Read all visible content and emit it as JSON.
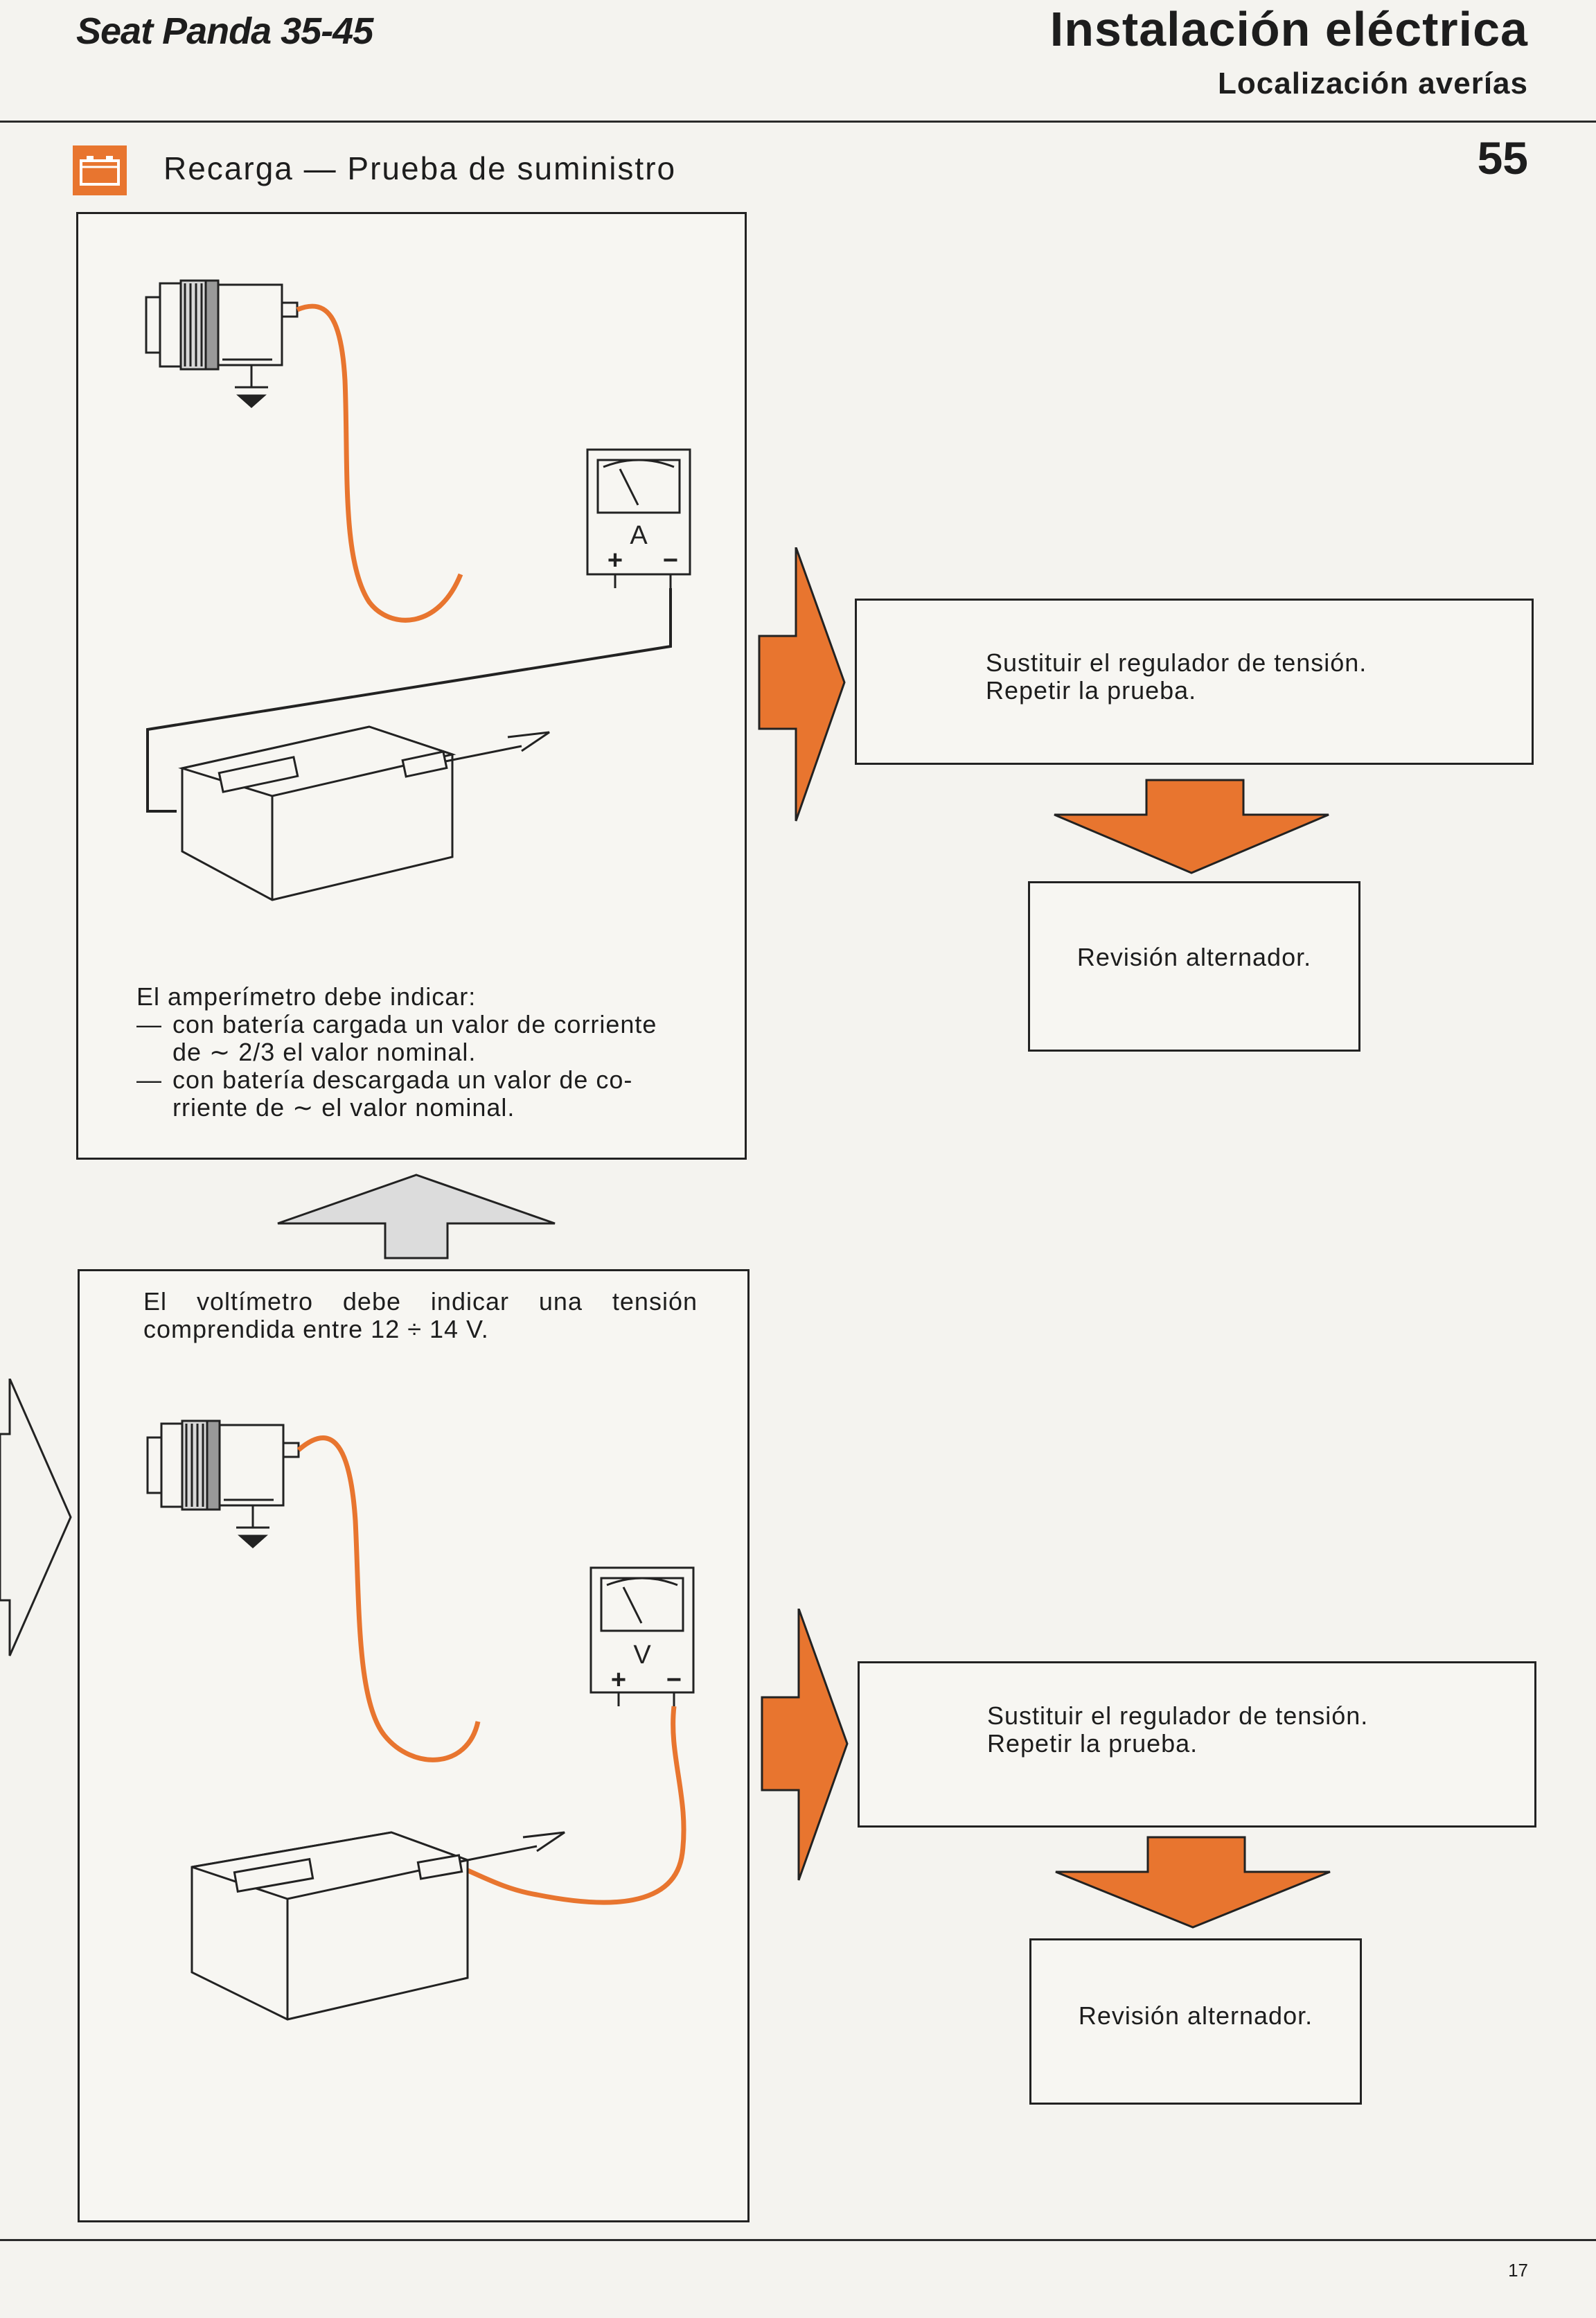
{
  "header": {
    "model": "Seat Panda 35-45",
    "title": "Instalación eléctrica",
    "subtitle": "Localización averías",
    "page_number": "55"
  },
  "section": {
    "title": "Recarga — Prueba de suministro",
    "icon": "battery-icon",
    "accent_color": "#e8752f"
  },
  "top_test": {
    "meter_symbol": "A",
    "meter_plus": "+",
    "meter_minus": "−",
    "instruction_intro": "El amperímetro debe indicar:",
    "items": [
      "con batería cargada un valor de corriente de ∼ 2/3 el valor nominal.",
      "con batería descargada un valor de co-rriente de ∼ el valor nominal."
    ]
  },
  "top_result": {
    "message_line1": "Sustituir el regulador de tensión.",
    "message_line2": "Repetir la prueba.",
    "next_step": "Revisión alternador."
  },
  "bottom_test": {
    "instruction": "El voltímetro debe indicar una tensión comprendida entre 12 ÷ 14 V.",
    "meter_symbol": "V",
    "meter_plus": "+",
    "meter_minus": "−"
  },
  "bottom_result": {
    "message_line1": "Sustituir el regulador de tensión.",
    "message_line2": "Repetir la prueba.",
    "next_step": "Revisión alternador."
  },
  "footer": {
    "sheet_number": "17"
  }
}
